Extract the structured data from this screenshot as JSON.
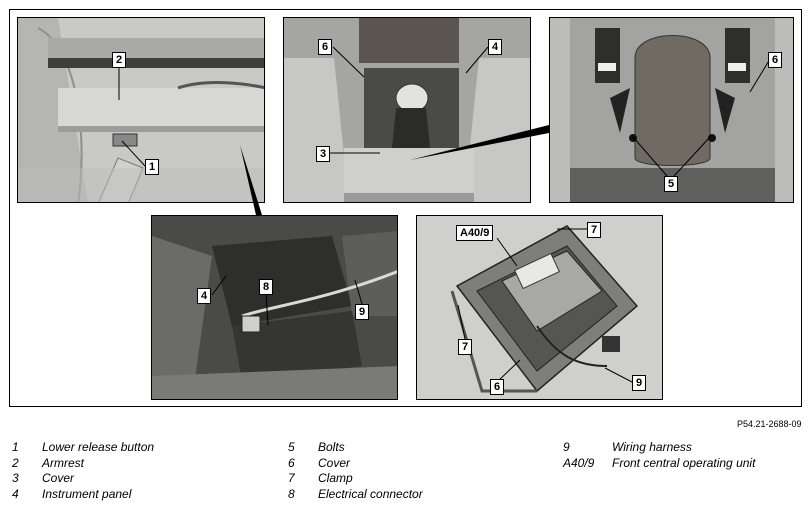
{
  "figure_ref": "P54.21-2688-09",
  "callouts": {
    "p1": [
      "2",
      "1"
    ],
    "p2": [
      "6",
      "4",
      "3"
    ],
    "p3": [
      "6",
      "5"
    ],
    "p4": [
      "4",
      "8",
      "9"
    ],
    "p5": [
      "A40/9",
      "7",
      "7",
      "6",
      "9"
    ]
  },
  "legend": [
    [
      {
        "num": "1",
        "label": "Lower release button"
      },
      {
        "num": "2",
        "label": "Armrest"
      },
      {
        "num": "3",
        "label": "Cover"
      },
      {
        "num": "4",
        "label": "Instrument panel"
      }
    ],
    [
      {
        "num": "5",
        "label": "Bolts"
      },
      {
        "num": "6",
        "label": "Cover"
      },
      {
        "num": "7",
        "label": "Clamp"
      },
      {
        "num": "8",
        "label": "Electrical connector"
      }
    ],
    [
      {
        "num": "9",
        "label": "Wiring harness"
      },
      {
        "num": "A40/9",
        "label": "Front central operating unit"
      }
    ]
  ]
}
